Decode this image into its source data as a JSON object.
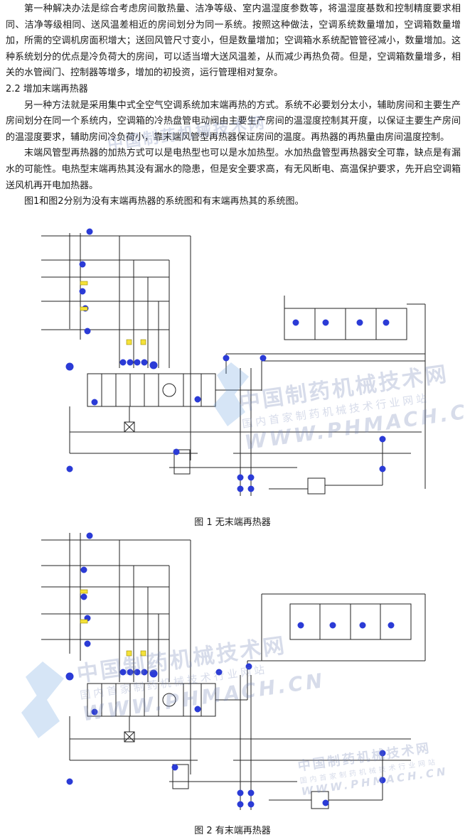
{
  "paragraphs": {
    "p1": "第一种解决办法是综合考虑房间散热量、洁净等级、室内温湿度参数等，将温湿度基数和控制精度要求相同、洁净等级相同、送风温差相近的房间划分为同一系统。按照这种做法，空调系统数量增加，空调箱数量增加，所需的空调机房面积增大；送回风管尺寸变小，但是数量增加；空调箱水系统配管管径减小，数量增加。这种系统划分的优点是冷负荷大的房间，可以适当增大送风温差，从而减少再热负荷。但是，空调箱数量增多，相关的水管阀门、控制器等增多，增加的初投资，运行管理相对复杂。",
    "heading": "2.2  增加末端再热器",
    "p2": "另一种方法就是采用集中式全空气空调系统加末端再热的方式。系统不必要划分太小，辅助房间和主要生产房间划分在同一个系统内，空调箱的冷热盘管电动阀由主要生产房间的温湿度控制其开度，以保证主要生产房间的温湿度要求，辅助房间冷负荷小，靠末端风管型再热器保证房间的温度。再热器的再热量由房间温度控制。",
    "p3": "末端风管型再热器的加热方式可以是电热型也可以是水加热型。水加热盘管型再热器安全可靠，缺点是有漏水的可能性。电热型末端再热其没有漏水的隐患，但是安全要求高，有无风断电、高温保护要求，先开启空调箱送风机再开电加热器。",
    "p4": "图1和图2分别为没有末端再热器的系统图和有末端再热其的系统图。"
  },
  "figures": {
    "fig1_caption": "图 1  无末端再热器",
    "fig2_caption": "图 2  有末端再热器"
  },
  "watermark": {
    "title": "中国制药机械技术网",
    "subtitle": "国内首家制药机械技术行业网站",
    "url": "WWW.PHMACH.CN"
  },
  "colors": {
    "accent_blue": "#2b3bd6",
    "valve_yellow": "#f5e23a",
    "line": "#222222",
    "watermark": "#6e82b4"
  }
}
